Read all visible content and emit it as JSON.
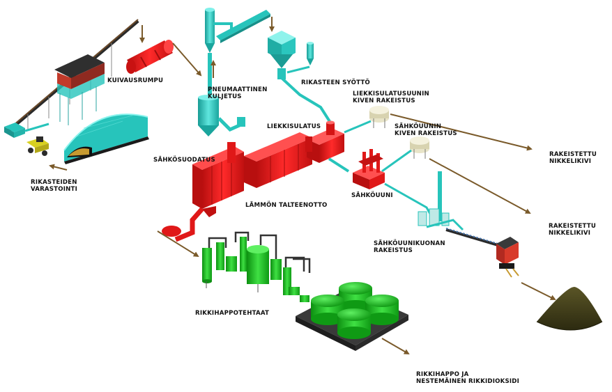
{
  "colors": {
    "cyan_equipment": "#27c4bb",
    "furnace_red": "#ee1b1b",
    "acid_plant_green": "#18c21e",
    "arrow_brown": "#7a5a2a",
    "dark_platform": "#3a3a3a",
    "slag_pile": "#3b3818"
  },
  "labels": {
    "kuivausrumpu": "KUIVAUSRUMPU",
    "pneumaattinen_1": "PNEUMAATTINEN",
    "pneumaattinen_2": "KULJETUS",
    "rikasteen_syotto": "RIKASTEEN SYÖTTÖ",
    "liekkisulatusuunin_1": "LIEKKISULATUSUUNIN",
    "liekkisulatusuunin_2": "KIVEN RAKEISTUS",
    "liekkisulatus": "LIEKKISULATUS",
    "sahkouunin_1": "SÄHKÖUUNIN",
    "sahkouunin_2": "KIVEN RAKEISTUS",
    "rakeistettu_1_a": "RAKEISTETTU",
    "rakeistettu_1_b": "NIKKELIKIVI",
    "sahkosuodatus": "SÄHKÖSUODATUS",
    "rikasteiden_1": "RIKASTEIDEN",
    "rikasteiden_2": "VARASTOINTI",
    "lammon_talteenotto": "LÄMMÖN TALTEENOTTO",
    "sahkouuni": "SÄHKÖUUNI",
    "rakeistettu_2_a": "RAKEISTETTU",
    "rakeistettu_2_b": "NIKKELIKIVI",
    "sahkouunikuonan_1": "SÄHKÖUUNIKUONAN",
    "sahkouunikuonan_2": "RAKEISTUS",
    "rikkihappotehtaat": "RIKKIHAPPOTEHTAAT",
    "rikkihappo_1": "RIKKIHAPPO JA",
    "rikkihappo_2": "NESTEMÄINEN RIKKIDIOKSIDI"
  }
}
